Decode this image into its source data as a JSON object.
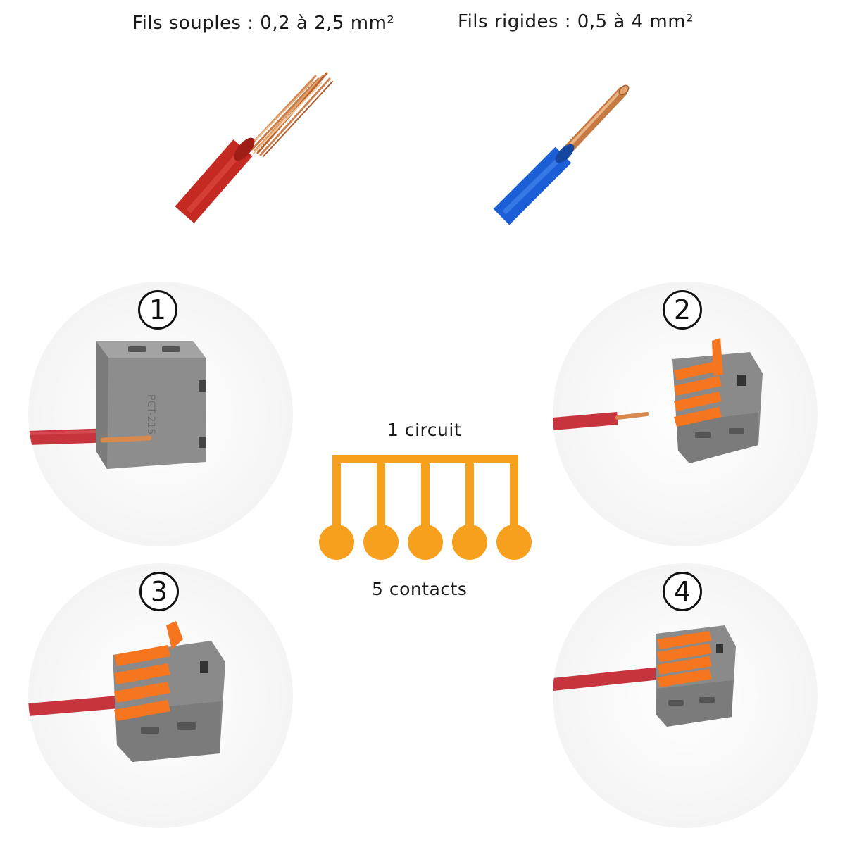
{
  "wires": {
    "flexible": {
      "label": "Fils souples : 0,2 à 2,5 mm²",
      "insulation_color": "#c42a22"
    },
    "rigid": {
      "label": "Fils rigides : 0,5 à 4 mm²",
      "insulation_color": "#1c5ed6"
    }
  },
  "steps": [
    {
      "number": "1"
    },
    {
      "number": "2"
    },
    {
      "number": "3"
    },
    {
      "number": "4"
    }
  ],
  "diagram": {
    "top_label": "1 circuit",
    "bottom_label": "5 contacts",
    "contact_count": 5,
    "color": "#f7a01e"
  },
  "connector": {
    "body_color": "#8d8d8d",
    "lever_color": "#f6751f",
    "model_text": "PCT-215"
  }
}
